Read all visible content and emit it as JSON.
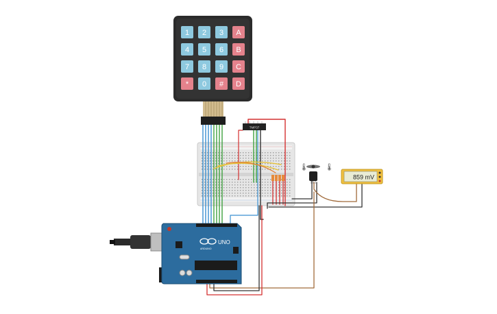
{
  "keypad": {
    "keys": [
      "1",
      "2",
      "3",
      "A",
      "4",
      "5",
      "6",
      "B",
      "7",
      "8",
      "9",
      "C",
      "*",
      "0",
      "#",
      "D"
    ],
    "letter_color": "#e4828c",
    "digit_color": "#8ec9df",
    "body_color": "#2b2b2b"
  },
  "ic": {
    "label": "TMP37"
  },
  "arduino": {
    "brand_label": "ARDUINO",
    "model_label": "UNO",
    "board_color": "#2c6c9e"
  },
  "multimeter": {
    "reading": "859 mV",
    "body_color": "#f0c040"
  },
  "wire_colors": {
    "red": "#d43030",
    "blue": "#3a8fd0",
    "green": "#3fa13f",
    "yellow": "#e6c23a",
    "brown": "#a06a3a",
    "black": "#333333",
    "orange": "#e07b30"
  }
}
